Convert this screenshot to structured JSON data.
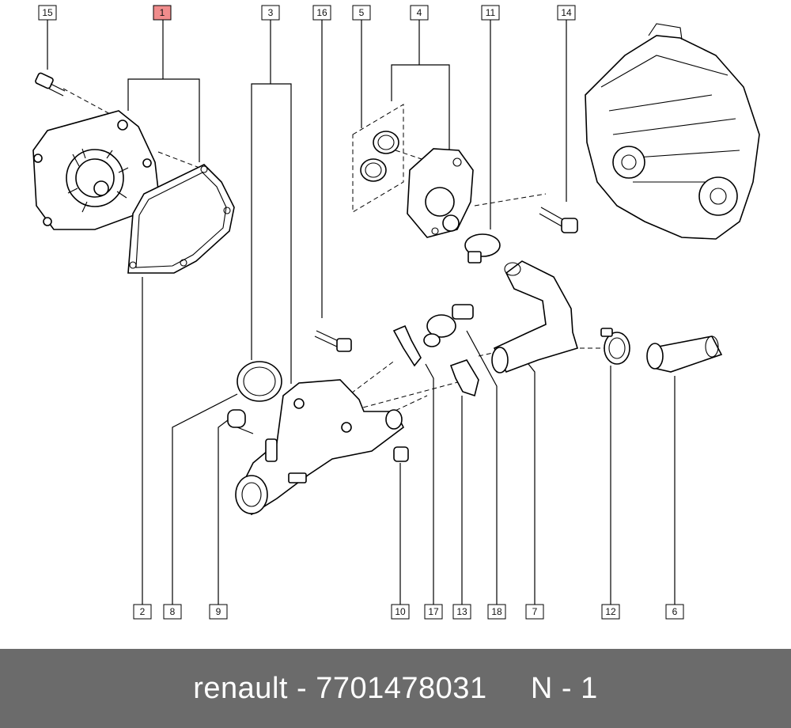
{
  "labels": {
    "l1": "1",
    "l2": "2",
    "l3": "3",
    "l4": "4",
    "l5": "5",
    "l6": "6",
    "l7": "7",
    "l8": "8",
    "l9": "9",
    "l10": "10",
    "l11": "11",
    "l12": "12",
    "l13": "13",
    "l14": "14",
    "l15": "15",
    "l16": "16",
    "l17": "17",
    "l18": "18"
  },
  "highlight_color": "#f08c8c",
  "footer": {
    "brand": "renault",
    "sep1": " - ",
    "part_number": "7701478031",
    "gap": "     ",
    "suffix": "N - 1"
  }
}
